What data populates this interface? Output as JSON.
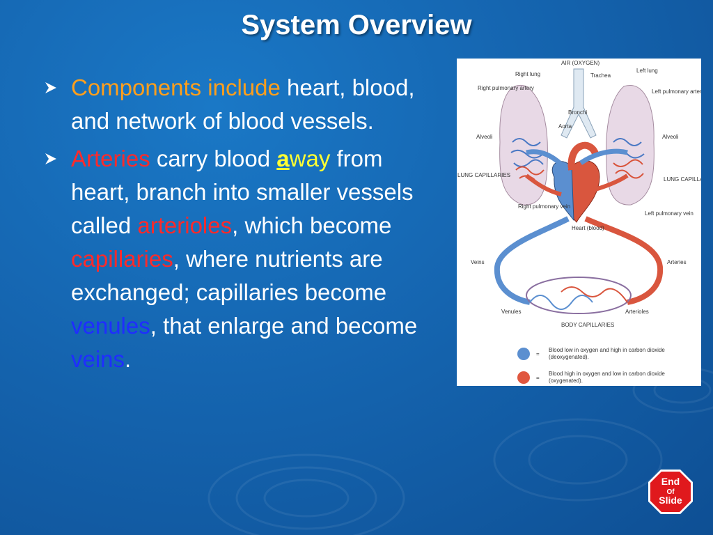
{
  "slide": {
    "title": "System Overview",
    "bullet1": {
      "lead": "Components include",
      "rest": " heart, blood, and network of blood vessels."
    },
    "bullet2": {
      "t1": "Arteries",
      "t2": " carry blood ",
      "t3": "a",
      "t4": "way",
      "t5": " from heart, branch into smaller vessels called ",
      "t6": "arterioles",
      "t7": ", which become ",
      "t8": "capillaries",
      "t9": ", where nutrients are exchanged; capillaries become ",
      "t10": "venules",
      "t11": ", that enlarge and become ",
      "t12": "veins",
      "t13": "."
    }
  },
  "diagram": {
    "labels": {
      "air": "AIR (OXYGEN)",
      "trachea": "Trachea",
      "right_lung": "Right lung",
      "left_lung": "Left lung",
      "right_pulmonary_artery": "Right pulmonary artery",
      "left_pulmonary_artery": "Left pulmonary artery",
      "bronchi": "Bronchi",
      "aorta": "Aorta",
      "alveoli_left": "Alveoli",
      "alveoli_right": "Alveoli",
      "lung_capillaries_left": "LUNG CAPILLARIES",
      "lung_capillaries_right": "LUNG CAPILLARIES",
      "right_pulmonary_vein": "Right pulmonary vein",
      "left_pulmonary_vein": "Left pulmonary vein",
      "heart": "Heart (blood)",
      "veins": "Veins",
      "arteries": "Arteries",
      "venules": "Venules",
      "arterioles": "Arterioles",
      "body_capillaries": "BODY CAPILLARIES"
    },
    "legend": {
      "deoxygenated": "Blood low in oxygen and high in carbon dioxide (deoxygenated).",
      "oxygenated": "Blood high in oxygen and low in carbon dioxide (oxygenated).",
      "eq": "="
    }
  },
  "stop_sign": {
    "line1": "End",
    "line2": "Of",
    "line3": "Slide"
  },
  "colors": {
    "deoxygenated": "#5b8fd0",
    "oxygenated": "#e0573f"
  }
}
